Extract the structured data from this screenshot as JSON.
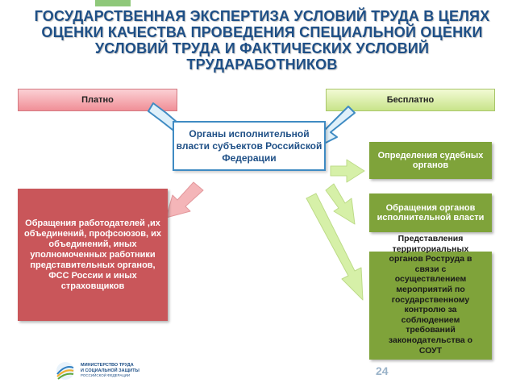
{
  "title": "ГОСУДАРСТВЕННАЯ ЭКСПЕРТИЗА УСЛОВИЙ ТРУДА В ЦЕЛЯХ ОЦЕНКИ КАЧЕСТВА ПРОВЕДЕНИЯ СПЕЦИАЛЬНОЙ ОЦЕНКИ УСЛОВИЙ ТРУДА И ФАКТИЧЕСКИХ УСЛОВИЙ ТРУДАРАБОТНИКОВ",
  "paid_label": "Платно",
  "free_label": "Бесплатно",
  "center_label": "Органы исполнительной власти субъектов Российской Федерации",
  "left_box": "Обращения работодателей ,их объединений, профсоюзов, их объединений, иных уполномоченных работники представительных органов, ФСС России и иных страховщиков",
  "right_boxes": [
    "Определения судебных органов",
    "Обращения органов исполнительной власти",
    "Представления территориальных органов Роструда в связи с осуществлением мероприятий по государственному контролю за соблюдением требований законодательства о СОУТ"
  ],
  "page_number": "24",
  "ministry": {
    "line1": "МИНИСТЕРСТВО ТРУДА",
    "line2": "И СОЦИАЛЬНОЙ ЗАЩИТЫ",
    "line3": "РОССИЙСКОЙ ФЕДЕРАЦИИ"
  },
  "colors": {
    "title": "#1e4f86",
    "paid": "#f08f97",
    "free": "#c8e48a",
    "left_box": "#c9565a",
    "right_boxes": "#7fa33a",
    "arrow_light_blue": "#dff0fa",
    "arrow_red": "#f4b5b8",
    "arrow_green": "#d6f0a8"
  }
}
